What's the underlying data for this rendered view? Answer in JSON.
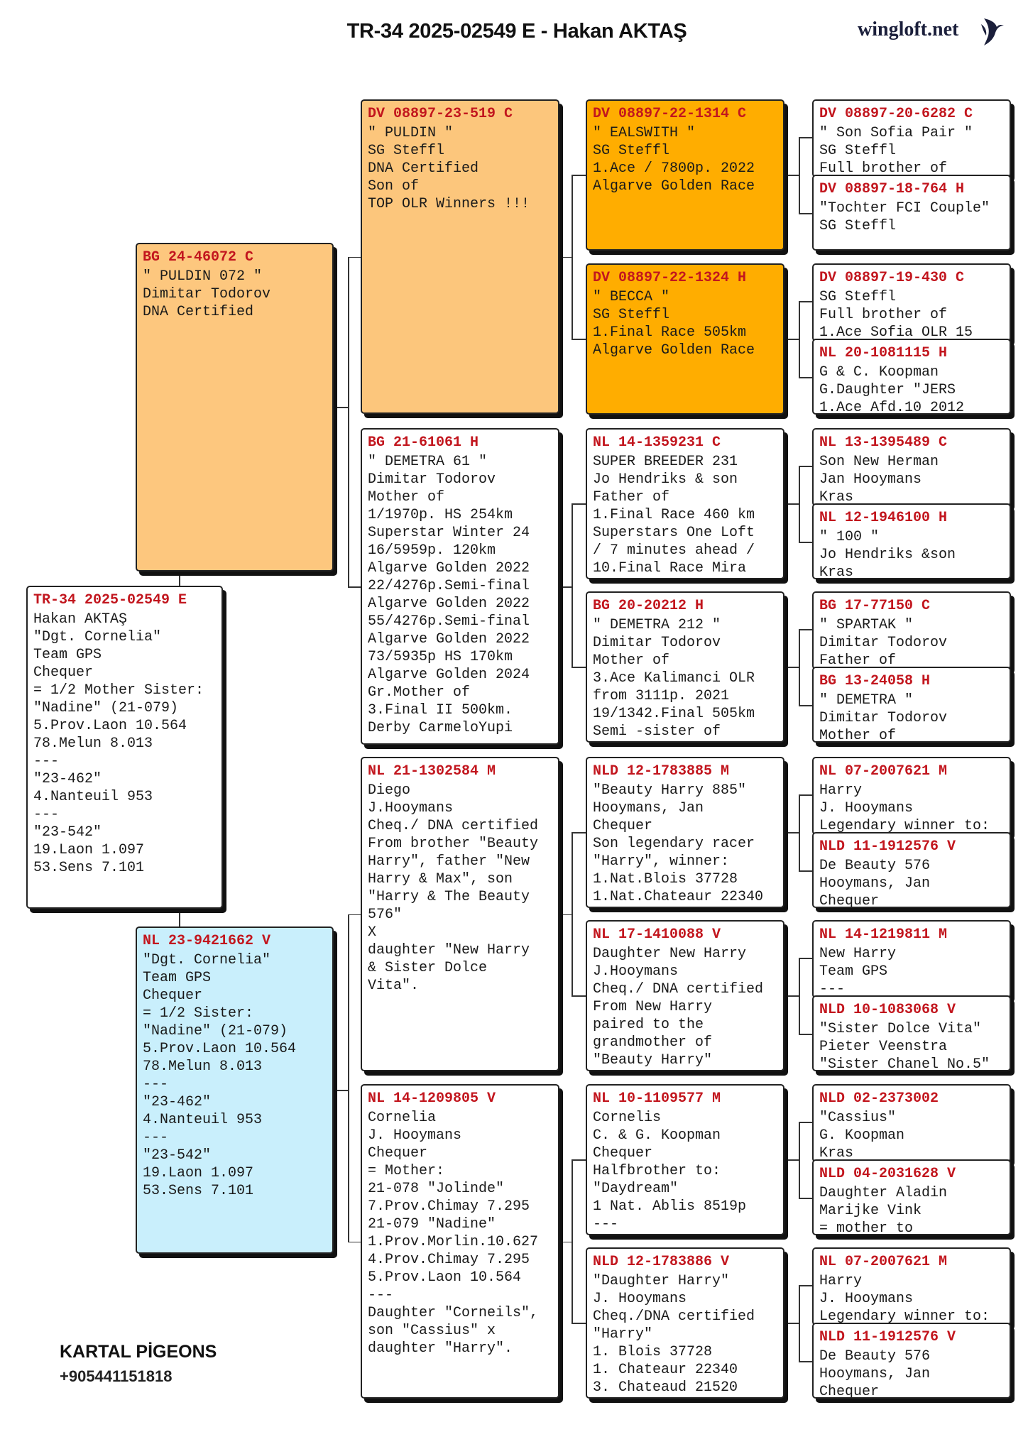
{
  "header": {
    "title": "TR-34 2025-02549 E - Hakan AKTAŞ",
    "logo_text": "wingloft.net",
    "logo_icon": "bird-icon"
  },
  "colors": {
    "ring_red": "#c2161e",
    "sire_light_orange": "#fdc77e",
    "orange": "#ffad00",
    "dam_blue": "#c9effc"
  },
  "pedigree": {
    "subject": {
      "ring": "TR-34 2025-02549 E",
      "lines": [
        "Hakan AKTAŞ",
        "\"Dgt. Cornelia\"",
        "Team GPS",
        "Chequer",
        "= 1/2 Mother Sister:",
        "\"Nadine\" (21-079)",
        "5.Prov.Laon 10.564",
        "78.Melun 8.013",
        "---",
        "\"23-462\"",
        "4.Nanteuil 953",
        "---",
        "\"23-542\"",
        "19.Laon 1.097",
        "53.Sens 7.101"
      ]
    },
    "parents": [
      {
        "ring": "BG 24-46072 C",
        "lines": [
          "\" PULDIN 072 \"",
          "Dimitar Todorov",
          "DNA Certified"
        ],
        "color": "#fdc77e"
      },
      {
        "ring": "NL 23-9421662 V",
        "lines": [
          "\"Dgt. Cornelia\"",
          "Team GPS",
          "Chequer",
          "= 1/2 Sister:",
          "\"Nadine\" (21-079)",
          "5.Prov.Laon 10.564",
          "78.Melun 8.013",
          "---",
          "\"23-462\"",
          "4.Nanteuil 953",
          "---",
          "\"23-542\"",
          "19.Laon 1.097",
          "53.Sens 7.101"
        ],
        "color": "#c9effc"
      }
    ],
    "grandparents": [
      {
        "ring": "DV 08897-23-519 C",
        "lines": [
          "\" PULDIN \"",
          "SG Steffl",
          "DNA Certified",
          "Son of",
          "TOP OLR Winners !!!"
        ],
        "color": "#fcc67c"
      },
      {
        "ring": "BG 21-61061 H",
        "lines": [
          "\" DEMETRA 61 \"",
          "Dimitar Todorov",
          "Mother of",
          "1/1970p. HS 254km",
          "Superstar Winter 24",
          "16/5959p. 120km",
          "Algarve Golden 2022",
          "22/4276p.Semi-final",
          "Algarve Golden 2022",
          "55/4276p.Semi-final",
          "Algarve Golden 2022",
          "73/5935p HS 170km",
          "Algarve Golden 2024",
          "Gr.Mother of",
          "3.Final II 500km.",
          "Derby CarmeloYupi"
        ],
        "color": "#ffffff"
      },
      {
        "ring": "NL 21-1302584 M",
        "lines": [
          "Diego",
          "J.Hooymans",
          "Cheq./ DNA certified",
          "From brother \"Beauty",
          "Harry\", father \"New",
          "Harry & Max\", son",
          "\"Harry & The Beauty",
          "576\"",
          "X",
          "daughter \"New Harry",
          "& Sister Dolce",
          "Vita\"."
        ],
        "color": "#ffffff"
      },
      {
        "ring": "NL 14-1209805 V",
        "lines": [
          "Cornelia",
          "J. Hooymans",
          "Chequer",
          "= Mother:",
          "21-078 \"Jolinde\"",
          "7.Prov.Chimay 7.295",
          "21-079 \"Nadine\"",
          "1.Prov.Morlin.10.627",
          "4.Prov.Chimay 7.295",
          "5.Prov.Laon 10.564",
          "---",
          "Daughter \"Corneils\",",
          "son \"Cassius\" x",
          "daughter \"Harry\"."
        ],
        "color": "#ffffff"
      }
    ],
    "great_grandparents": [
      {
        "ring": "DV 08897-22-1314 C",
        "lines": [
          "\" EALSWITH \"",
          "SG Steffl",
          "1.Ace / 7800p. 2022",
          "Algarve Golden Race"
        ],
        "color": "#ffad00"
      },
      {
        "ring": "DV 08897-22-1324 H",
        "lines": [
          "\" BECCA \"",
          "SG Steffl",
          "1.Final Race 505km",
          "Algarve Golden Race"
        ],
        "color": "#ffad00"
      },
      {
        "ring": "NL 14-1359231 C",
        "lines": [
          "SUPER BREEDER 231",
          "Jo Hendriks & son",
          "Father of",
          "1.Final Race 460 km",
          "Superstars One Loft",
          "/ 7 minutes ahead /",
          "10.Final Race Mira"
        ],
        "color": "#ffffff"
      },
      {
        "ring": "BG 20-20212 H",
        "lines": [
          "\" DEMETRA 212 \"",
          "Dimitar Todorov",
          "Mother of",
          "3.Ace Kalimanci OLR",
          "from 3111p. 2021",
          "19/1342.Final 505km",
          "Semi -sister of"
        ],
        "color": "#ffffff"
      },
      {
        "ring": "NLD 12-1783885 M",
        "lines": [
          "\"Beauty Harry 885\"",
          "Hooymans, Jan",
          "Chequer",
          "Son legendary racer",
          "\"Harry\", winner:",
          "1.Nat.Blois 37728",
          "1.Nat.Chateaur 22340"
        ],
        "color": "#ffffff"
      },
      {
        "ring": "NL 17-1410088 V",
        "lines": [
          "Daughter New Harry",
          "J.Hooymans",
          "Cheq./ DNA certified",
          "From New Harry",
          "paired to the",
          "grandmother of",
          "\"Beauty Harry\""
        ],
        "color": "#ffffff"
      },
      {
        "ring": "NL 10-1109577 M",
        "lines": [
          "Cornelis",
          "C. & G. Koopman",
          "Chequer",
          "Halfbrother to:",
          "\"Daydream\"",
          "1 Nat. Ablis 8519p",
          "---"
        ],
        "color": "#ffffff"
      },
      {
        "ring": "NLD 12-1783886 V",
        "lines": [
          "\"Daughter Harry\"",
          "J. Hooymans",
          "Cheq./DNA certified",
          "\"Harry\"",
          "1. Blois 37728",
          "1. Chateaur 22340",
          "3. Chateaud 21520"
        ],
        "color": "#ffffff"
      }
    ],
    "great_great_grandparents": [
      {
        "ring": "DV 08897-20-6282 C",
        "lines": [
          "\" Son Sofia Pair \"",
          "SG Steffl",
          "Full brother of"
        ]
      },
      {
        "ring": "DV 08897-18-764 H",
        "lines": [
          "\"Tochter FCI Couple\"",
          "SG Steffl"
        ]
      },
      {
        "ring": "DV 08897-19-430 C",
        "lines": [
          "SG Steffl",
          "Full brother of",
          "1.Ace Sofia OLR 15"
        ]
      },
      {
        "ring": "NL 20-1081115 H",
        "lines": [
          "G & C. Koopman",
          "G.Daughter \"JERS",
          "1.Ace Afd.10 2012"
        ]
      },
      {
        "ring": "NL 13-1395489 C",
        "lines": [
          "Son New Herman",
          "Jan Hooymans",
          "Kras"
        ]
      },
      {
        "ring": "NL 12-1946100 H",
        "lines": [
          "\" 100 \"",
          "Jo Hendriks &son",
          "Kras"
        ]
      },
      {
        "ring": "BG 17-77150 C",
        "lines": [
          "\" SPARTAK \"",
          "Dimitar Todorov",
          "Father of"
        ]
      },
      {
        "ring": "BG 13-24058 H",
        "lines": [
          "\" DEMETRA \"",
          "Dimitar Todorov",
          "Mother of"
        ]
      },
      {
        "ring": "NL 07-2007621 M",
        "lines": [
          "Harry",
          "J. Hooymans",
          "Legendary winner to:"
        ]
      },
      {
        "ring": "NLD 11-1912576 V",
        "lines": [
          "De Beauty 576",
          "Hooymans, Jan",
          "Chequer"
        ]
      },
      {
        "ring": "NL 14-1219811 M",
        "lines": [
          "New Harry",
          "Team GPS",
          "---"
        ]
      },
      {
        "ring": "NLD 10-1083068 V",
        "lines": [
          "\"Sister Dolce Vita\"",
          "Pieter Veenstra",
          "\"Sister Chanel No.5\""
        ]
      },
      {
        "ring": "NLD 02-2373002",
        "lines": [
          "\"Cassius\"",
          "G. Koopman",
          "Kras"
        ]
      },
      {
        "ring": "NLD 04-2031628 V",
        "lines": [
          "Daughter Aladin",
          "Marijke Vink",
          "= mother to"
        ]
      },
      {
        "ring": "NL 07-2007621 M",
        "lines": [
          "Harry",
          "J. Hooymans",
          "Legendary winner to:"
        ]
      },
      {
        "ring": "NLD 11-1912576 V",
        "lines": [
          "De Beauty 576",
          "Hooymans, Jan",
          "Chequer"
        ]
      }
    ]
  },
  "footer": {
    "name": "KARTAL PİGEONS",
    "phone": "+905441151818"
  }
}
